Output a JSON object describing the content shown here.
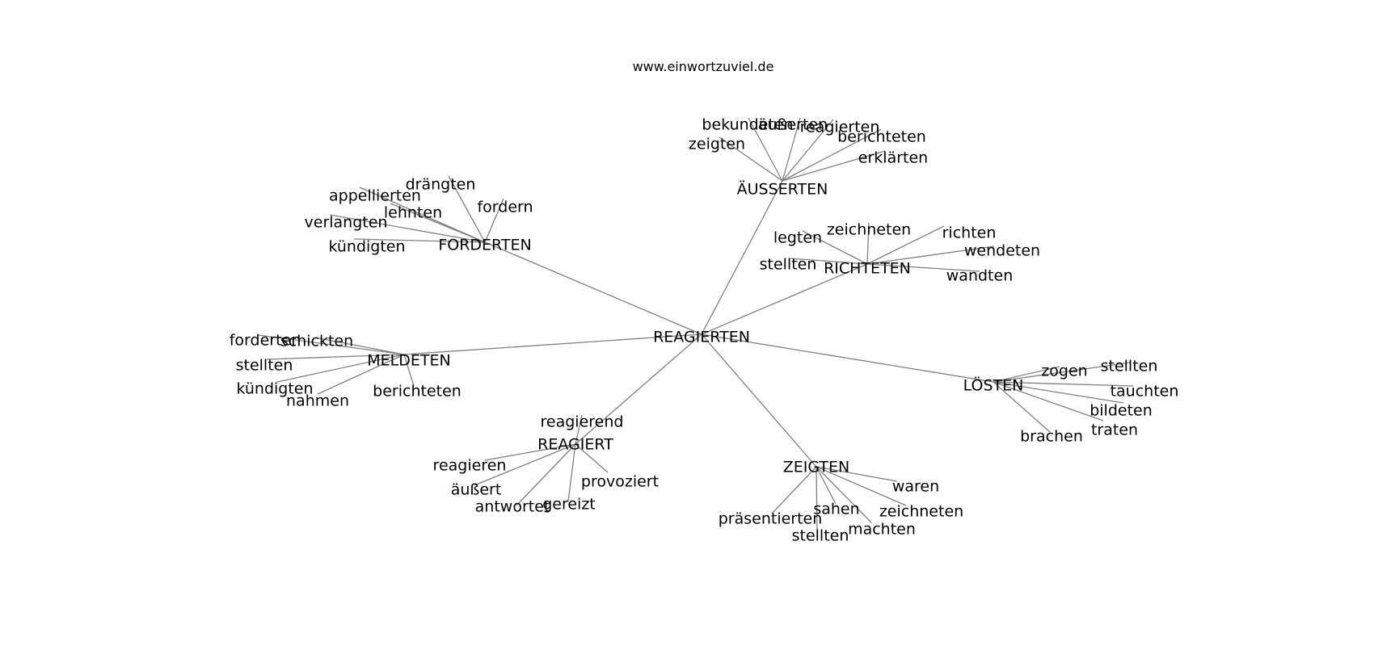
{
  "source_text": "www.einwortzuviel.de",
  "graph": {
    "center": "REAGIERTEN",
    "hubs": [
      {
        "id": "hub-forderten",
        "label": "FORDERTEN",
        "leaves": [
          "drängten",
          "appellierten",
          "fordern",
          "lehnten",
          "verlangten",
          "kündigten"
        ]
      },
      {
        "id": "hub-aeusserten",
        "label": "ÄUSSERTEN",
        "leaves": [
          "bekundeten",
          "äußerten",
          "reagierten",
          "zeigten",
          "berichteten",
          "erklärten"
        ]
      },
      {
        "id": "hub-richteten",
        "label": "RICHTETEN",
        "leaves": [
          "zeichneten",
          "legten",
          "richten",
          "wendeten",
          "stellten",
          "wandten"
        ]
      },
      {
        "id": "hub-meldeten",
        "label": "MELDETEN",
        "leaves": [
          "forderten",
          "schickten",
          "stellten",
          "kündigten",
          "berichteten",
          "nahmen"
        ]
      },
      {
        "id": "hub-loesten",
        "label": "LÖSTEN",
        "leaves": [
          "zogen",
          "stellten",
          "tauchten",
          "bildeten",
          "traten",
          "brachen"
        ]
      },
      {
        "id": "hub-reagiert",
        "label": "REAGIERT",
        "leaves": [
          "reagierend",
          "reagieren",
          "provoziert",
          "äußert",
          "gereizt",
          "antwortet"
        ]
      },
      {
        "id": "hub-zeigten",
        "label": "ZEIGTEN",
        "leaves": [
          "waren",
          "sahen",
          "zeichneten",
          "präsentierten",
          "machten",
          "stellten"
        ]
      }
    ]
  }
}
